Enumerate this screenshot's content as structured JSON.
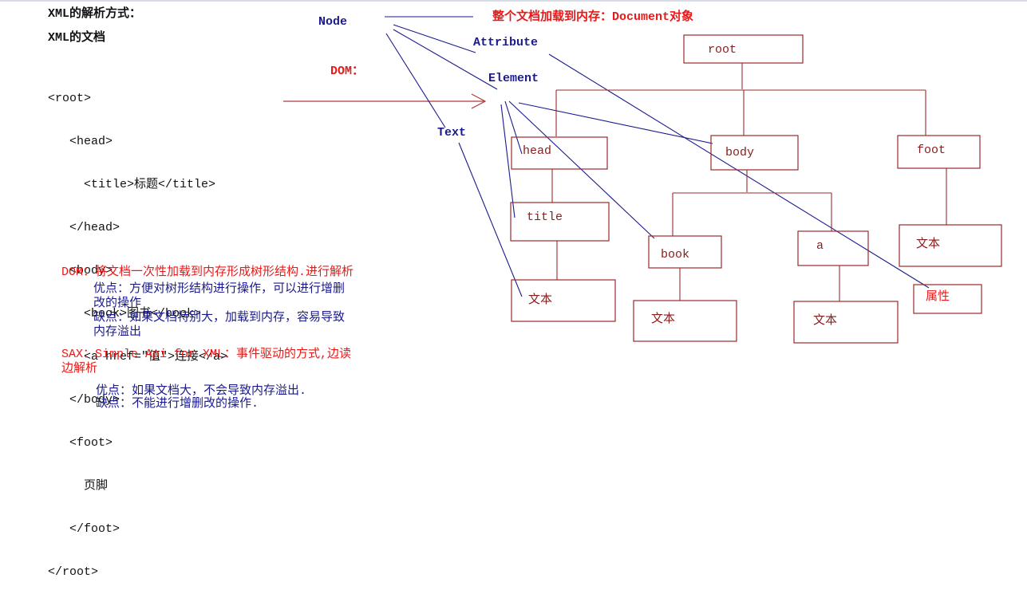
{
  "heading": "XML的解析方式：",
  "doc_label": "XML的文档",
  "xml_code": [
    "<root>",
    "   <head>",
    "     <title>标题</title>",
    "   </head>",
    "   <body>",
    "     <book>图书</book>",
    "     <a href=\"值\">连接</a>",
    "   </body>",
    "   <foot>",
    "     页脚",
    "   </foot>",
    "</root>"
  ],
  "dom": {
    "title": "DOM：将文档一次性加载到内存形成树形结构.进行解析",
    "pros": "优点：方便对树形结构进行操作，可以进行增删\n改的操作",
    "cons": "缺点：如果文档特别大，加载到内存，容易导致\n内存溢出"
  },
  "sax": {
    "title": "SAX：Simple Api for XML：事件驱动的方式,边读\n边解析",
    "pros": "优点：如果文档大，不会导致内存溢出.",
    "cons": "缺点：不能进行增删改的操作."
  },
  "dom_label": "DOM：",
  "node_types": {
    "node": "Node",
    "attribute": "Attribute",
    "element": "Element",
    "text": "Text"
  },
  "document_note": "整个文档加载到内存：Document对象",
  "tree": {
    "root": "root",
    "head": "head",
    "body": "body",
    "foot": "foot",
    "title": "title",
    "book": "book",
    "a": "a",
    "text_title": "文本",
    "text_book": "文本",
    "text_a": "文本",
    "text_foot": "文本",
    "attribute": "属性"
  },
  "colors": {
    "text_black": "#111111",
    "navy": "#1a1a8c",
    "red": "#e81919",
    "box_border": "#9b2a2a",
    "tree_line": "#9b2a2a"
  }
}
